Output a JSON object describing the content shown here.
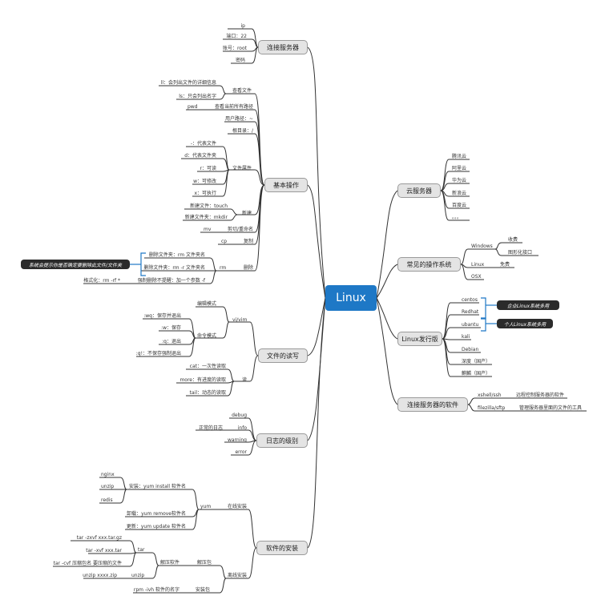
{
  "root": "Linux",
  "branches": {
    "connect": "连接服务器",
    "basic": "基本操作",
    "file_rw": "文件的读写",
    "log": "日志的级别",
    "install": "软件的安装",
    "cloud": "云服务器",
    "os": "常见的操作系统",
    "distro": "Linux发行版",
    "connect_sw": "连接服务器的软件"
  },
  "connect": {
    "items": [
      "ip",
      "端口：22",
      "账号：root",
      "密码"
    ]
  },
  "basic": {
    "view_files": "查看文件",
    "ll": "ll：会列出文件的详细信息",
    "ls": "ls：只会列出名字",
    "pwd": "pwd",
    "pwd_desc": "查看当前所有路径",
    "user_path": "用户路径：~",
    "root_path": "根目录：/",
    "file_attr": "文件属性",
    "attrs": [
      "-：代表文件",
      "d：代表文件夹",
      "r：可读",
      "w：可修改",
      "x：可执行"
    ],
    "create": "新建",
    "create_items": [
      "新建文件：touch",
      "新建文件夹：mkdir"
    ],
    "mv": "mv",
    "mv_desc": "剪切/重命名",
    "cp": "cp",
    "cp_desc": "复制",
    "rm": "rm",
    "rm_desc": "删除",
    "rm_items": [
      "删除文件夹：rm 文件夹名",
      "删除文件夹：rm -r 文件夹名"
    ],
    "rm_force": "强制删除不提醒：加一个参数 -f",
    "rm_format": "格式化：rm -rf *",
    "rm_note": "系统会提示你是否确定要删除此文件/文件夹"
  },
  "file_rw": {
    "vi": "vi/vim",
    "edit_mode": "编辑模式",
    "cmd_mode": "命令模式",
    "cmds": [
      ":wq：保存并退出",
      ":w：保存",
      ":q：退出",
      ":q!：不保存强制退出"
    ],
    "read": "读",
    "read_items": [
      "cat：一次性读取",
      "more：有进度的读取",
      "tail：动态的读取"
    ]
  },
  "log": {
    "normal": "正常的日志",
    "levels": [
      "debug",
      "info",
      "warning",
      "error"
    ]
  },
  "install": {
    "online": "在线安装",
    "yum": "yum",
    "yum_install": "安装：yum install 软件名",
    "yum_pkgs": [
      "nginx",
      "unzip",
      "redis"
    ],
    "yum_remove": "卸载：yum remove软件名",
    "yum_update": "更新：yum update 软件名",
    "offline": "离线安装",
    "unpack": "解压包",
    "unpack_sw": "解压软件",
    "tar": "tar",
    "tar_items": [
      "tar -zxvf xxx.tar.gz",
      "tar -xvf xxx.tar",
      "tar -cvf 压缩包名 要压缩的文件"
    ],
    "unzip": "unzip",
    "unzip_cmd": "unzip xxxx.zip",
    "installpkg": "安装包",
    "rpm_cmd": "rpm -ivh 软件的名字"
  },
  "cloud": {
    "items": [
      "腾讯云",
      "阿里云",
      "华为云",
      "新浪云",
      "百度云",
      "。。。"
    ]
  },
  "os": {
    "windows": "Windows",
    "win_items": [
      "收费",
      "图形化接口"
    ],
    "linux": "Linux",
    "linux_desc": "免费",
    "osx": "OSX"
  },
  "distro": {
    "items": [
      "centos",
      "Redhat",
      "ubantu",
      "kali",
      "Debian",
      "深度（国产）",
      "麒麟（国产）"
    ],
    "enterprise_note": "企业Linux系统多用",
    "personal_note": "个人Linux系统多用"
  },
  "connect_sw": {
    "xshell": "xshell/ssh",
    "xshell_desc": "远程控制服务器的软件",
    "filezilla": "filezilla/sftp",
    "filezilla_desc": "管理服务器里面的文件的工具"
  }
}
